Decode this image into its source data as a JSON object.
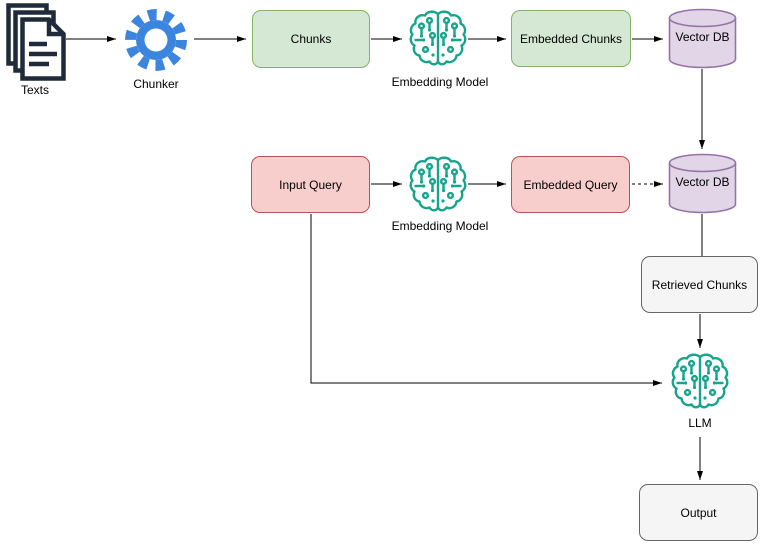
{
  "diagram": {
    "nodes": {
      "texts": {
        "label": "Texts"
      },
      "chunker": {
        "label": "Chunker"
      },
      "chunks": {
        "label": "Chunks"
      },
      "embedding_model_top": {
        "label": "Embedding Model"
      },
      "embedded_chunks": {
        "label": "Embedded Chunks"
      },
      "vector_db_top": {
        "label": "Vector DB"
      },
      "input_query": {
        "label": "Input Query"
      },
      "embedding_model_query": {
        "label": "Embedding Model"
      },
      "embedded_query": {
        "label": "Embedded Query"
      },
      "vector_db_query": {
        "label": "Vector DB"
      },
      "retrieved_chunks": {
        "label": "Retrieved Chunks"
      },
      "llm": {
        "label": "LLM"
      },
      "output": {
        "label": "Output"
      }
    },
    "edges": [
      {
        "from": "texts",
        "to": "chunker",
        "style": "solid-arrow"
      },
      {
        "from": "chunker",
        "to": "chunks",
        "style": "solid-arrow"
      },
      {
        "from": "chunks",
        "to": "embedding_model_top",
        "style": "solid-arrow"
      },
      {
        "from": "embedding_model_top",
        "to": "embedded_chunks",
        "style": "solid-arrow"
      },
      {
        "from": "embedded_chunks",
        "to": "vector_db_top",
        "style": "solid-arrow"
      },
      {
        "from": "vector_db_top",
        "to": "vector_db_query",
        "style": "solid-arrow"
      },
      {
        "from": "input_query",
        "to": "embedding_model_query",
        "style": "solid-arrow"
      },
      {
        "from": "embedding_model_query",
        "to": "embedded_query",
        "style": "solid-arrow"
      },
      {
        "from": "embedded_query",
        "to": "vector_db_query",
        "style": "dashed-arrow"
      },
      {
        "from": "vector_db_query",
        "to": "retrieved_chunks",
        "style": "solid-line"
      },
      {
        "from": "retrieved_chunks",
        "to": "llm",
        "style": "solid-arrow"
      },
      {
        "from": "input_query",
        "to": "llm",
        "style": "solid-arrow"
      },
      {
        "from": "llm",
        "to": "output",
        "style": "solid-arrow"
      }
    ],
    "colors": {
      "green_fill": "#d5e8d4",
      "green_stroke": "#82b366",
      "red_fill": "#f8cecc",
      "red_stroke": "#b85450",
      "purple_fill": "#e1d5e7",
      "purple_stroke": "#9673a6",
      "gray_fill": "#f5f5f5",
      "gray_stroke": "#666666",
      "brain_icon_teal": "#14a58c",
      "gear_blue": "#3c85de",
      "document_navy": "#1f2b3a",
      "connector_black": "#000000"
    }
  }
}
